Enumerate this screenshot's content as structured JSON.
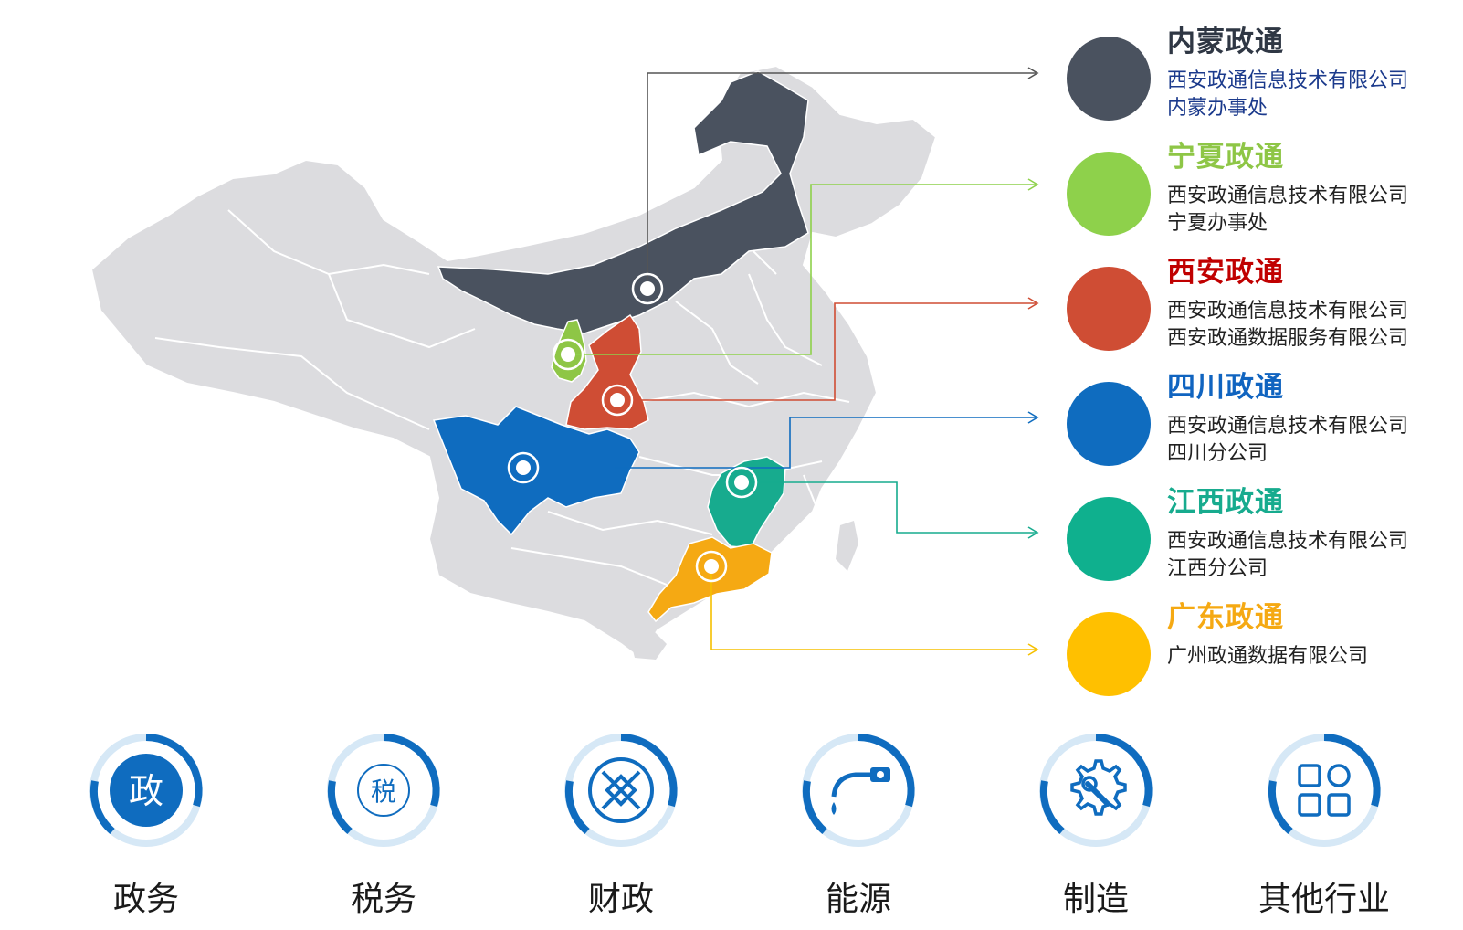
{
  "map": {
    "region_colors": {
      "base": "#dcdcdf",
      "neimeng": "#4a525f",
      "ningxia": "#8ec646",
      "xian": "#cf4d34",
      "sichuan": "#0f6cbf",
      "jiangxi": "#17ab8e",
      "guangdong": "#f5a913"
    }
  },
  "legend": [
    {
      "title": "内蒙政通",
      "title_color": "#2f3744",
      "dot_color": "#4a525f",
      "line1": "西安政通信息技术有限公司",
      "line2": "内蒙办事处",
      "text_color": "#1b3a8c",
      "line_color": "#555555"
    },
    {
      "title": "宁夏政通",
      "title_color": "#8ec646",
      "dot_color": "#8ed14b",
      "line1": "西安政通信息技术有限公司",
      "line2": "宁夏办事处",
      "text_color": "#222222",
      "line_color": "#8ed14b"
    },
    {
      "title": "西安政通",
      "title_color": "#c00000",
      "dot_color": "#cf4d34",
      "line1": "西安政通信息技术有限公司",
      "line2": "西安政通数据服务有限公司",
      "text_color": "#222222",
      "line_color": "#cf4d34"
    },
    {
      "title": "四川政通",
      "title_color": "#1064c0",
      "dot_color": "#0f6cbf",
      "line1": "西安政通信息技术有限公司",
      "line2": "四川分公司",
      "text_color": "#222222",
      "line_color": "#0f6cbf"
    },
    {
      "title": "江西政通",
      "title_color": "#17ab8e",
      "dot_color": "#0fb08e",
      "line1": "西安政通信息技术有限公司",
      "line2": "江西分公司",
      "text_color": "#222222",
      "line_color": "#17ab8e"
    },
    {
      "title": "广东政通",
      "title_color": "#f5a913",
      "dot_color": "#ffc000",
      "line1": "广州政通数据有限公司",
      "line2": "",
      "text_color": "#222222",
      "line_color": "#f5c000"
    }
  ],
  "industries": [
    {
      "label": "政务",
      "icon": "zheng-badge-icon",
      "glyph": "政"
    },
    {
      "label": "税务",
      "icon": "shui-badge-icon",
      "glyph": "税"
    },
    {
      "label": "财政",
      "icon": "finance-icon",
      "glyph": ""
    },
    {
      "label": "能源",
      "icon": "fuel-nozzle-icon",
      "glyph": ""
    },
    {
      "label": "制造",
      "icon": "gear-wrench-icon",
      "glyph": ""
    },
    {
      "label": "其他行业",
      "icon": "apps-grid-icon",
      "glyph": ""
    }
  ],
  "ring_colors": {
    "main": "#0f6cbf",
    "light": "#d6e8f6"
  }
}
